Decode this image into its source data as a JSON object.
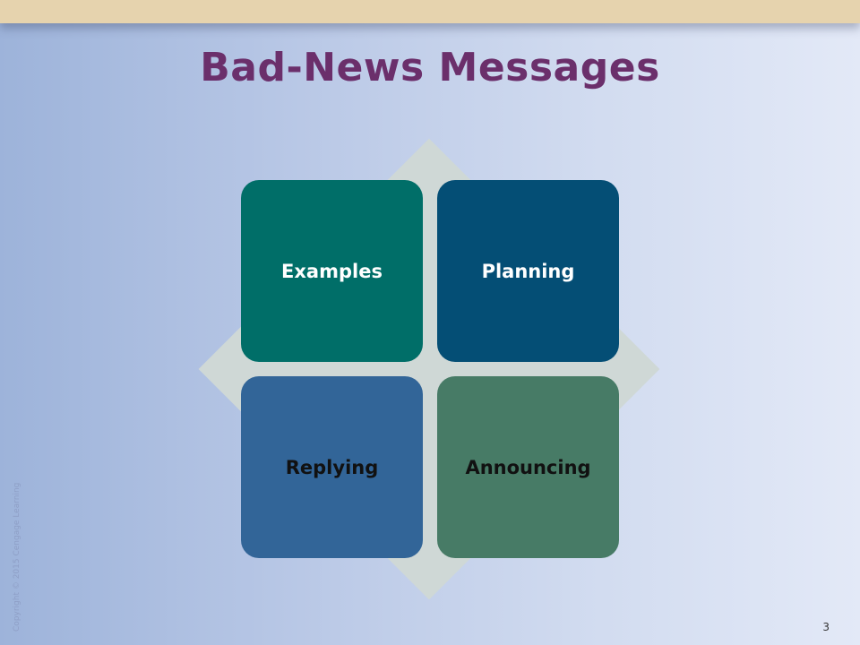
{
  "slide": {
    "title": "Bad-News Messages",
    "tiles": [
      {
        "label": "Examples",
        "color": "#006e68"
      },
      {
        "label": "Planning",
        "color": "#044e75"
      },
      {
        "label": "Replying",
        "color": "#326598"
      },
      {
        "label": "Announcing",
        "color": "#477b66"
      }
    ],
    "copyright": "Copyright © 2015 Cengage Learning",
    "page_number": "3"
  },
  "colors": {
    "title": "#6b2f6b",
    "top_band": "#e6d3ae",
    "diamond": "#cfd8d6"
  }
}
